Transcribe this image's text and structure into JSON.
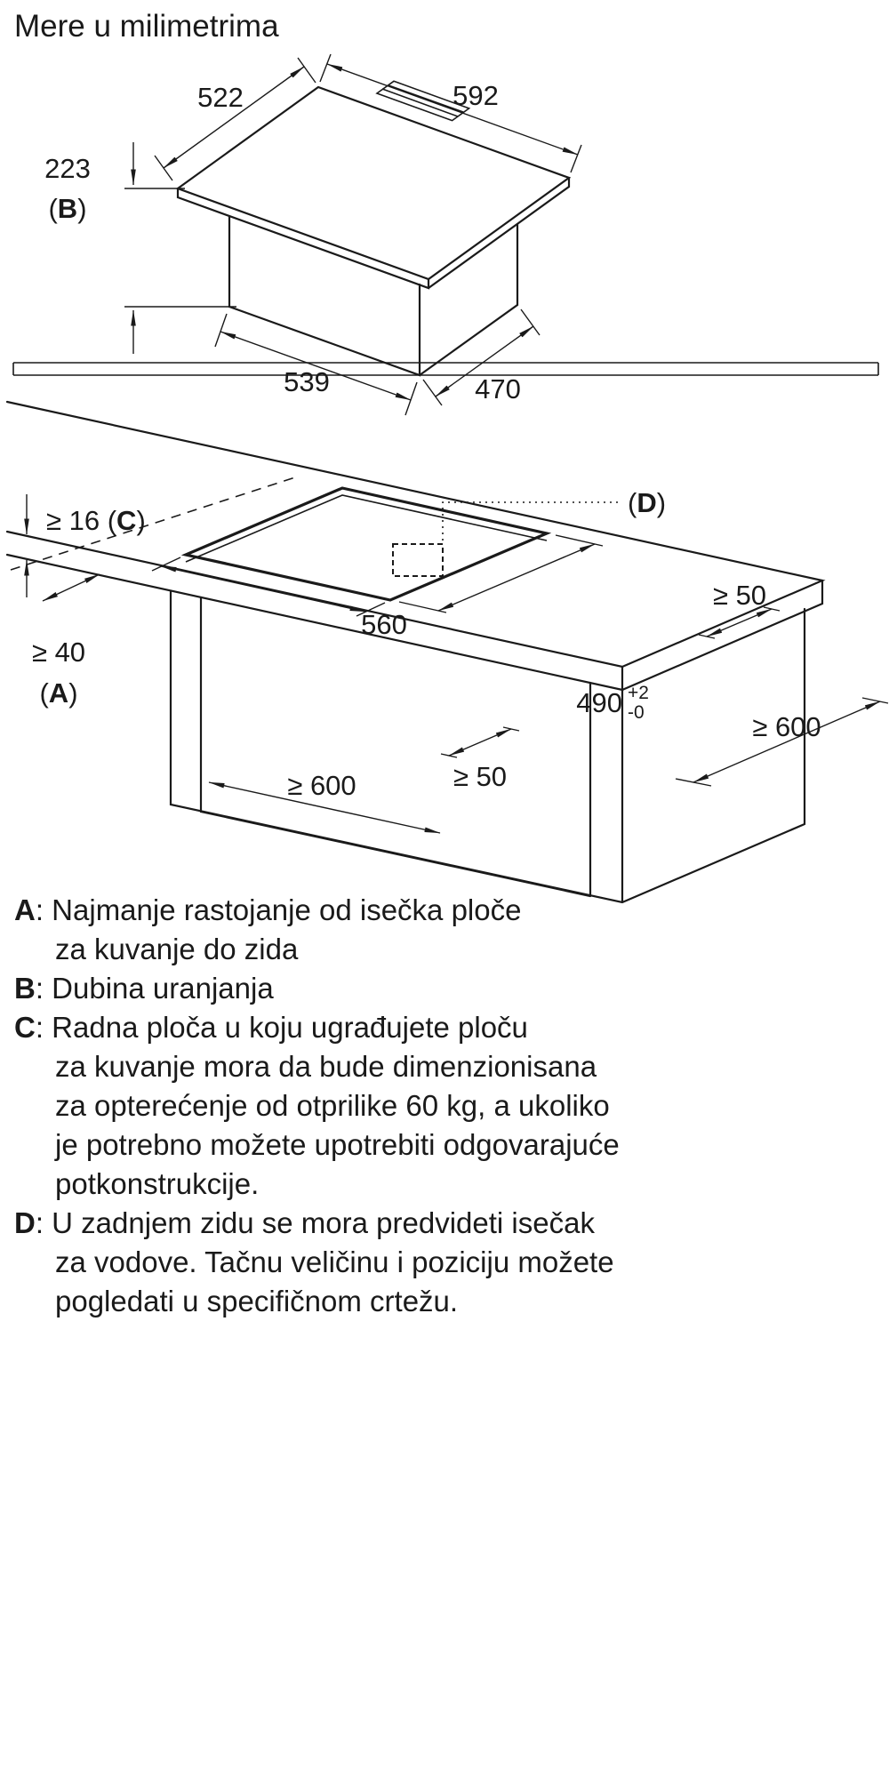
{
  "title": "Mere u milimetrima",
  "colors": {
    "ink": "#1a1a1a",
    "background": "#ffffff"
  },
  "hob_diagram": {
    "width_left": "522",
    "width_right": "592",
    "depth": "223",
    "depth_ref_letter": "B",
    "sump_width": "539",
    "sump_depth": "470"
  },
  "worktop_diagram": {
    "worktop_thickness": "≥ 16",
    "worktop_ref_letter": "C",
    "wall_distance": "≥ 40",
    "wall_ref_letter": "A",
    "cutout_width": "560",
    "cutout_depth": "490",
    "cutout_depth_tolerance_plus": "+2",
    "cutout_depth_tolerance_minus": "-0",
    "rear_edge_distance": "≥ 50",
    "front_edge_distance": "≥ 50",
    "worktop_depth": "≥ 600",
    "cabinet_width": "≥ 600",
    "services_ref_letter": "D"
  },
  "legend": {
    "entries": [
      {
        "letter": "A",
        "lines": [
          "Najmanje rastojanje od isečka ploče",
          "za kuvanje do zida"
        ]
      },
      {
        "letter": "B",
        "lines": [
          "Dubina uranjanja"
        ]
      },
      {
        "letter": "C",
        "lines": [
          "Radna ploča u koju ugrađujete ploču",
          "za kuvanje mora da bude dimenzionisana",
          "za opterećenje od otprilike 60 kg, a ukoliko",
          "je potrebno možete upotrebiti odgovarajuće",
          "potkonstrukcije."
        ]
      },
      {
        "letter": "D",
        "lines": [
          "U zadnjem zidu se mora predvideti isečak",
          "za vodove. Tačnu veličinu i poziciju možete",
          "pogledati u specifičnom crtežu."
        ]
      }
    ]
  }
}
